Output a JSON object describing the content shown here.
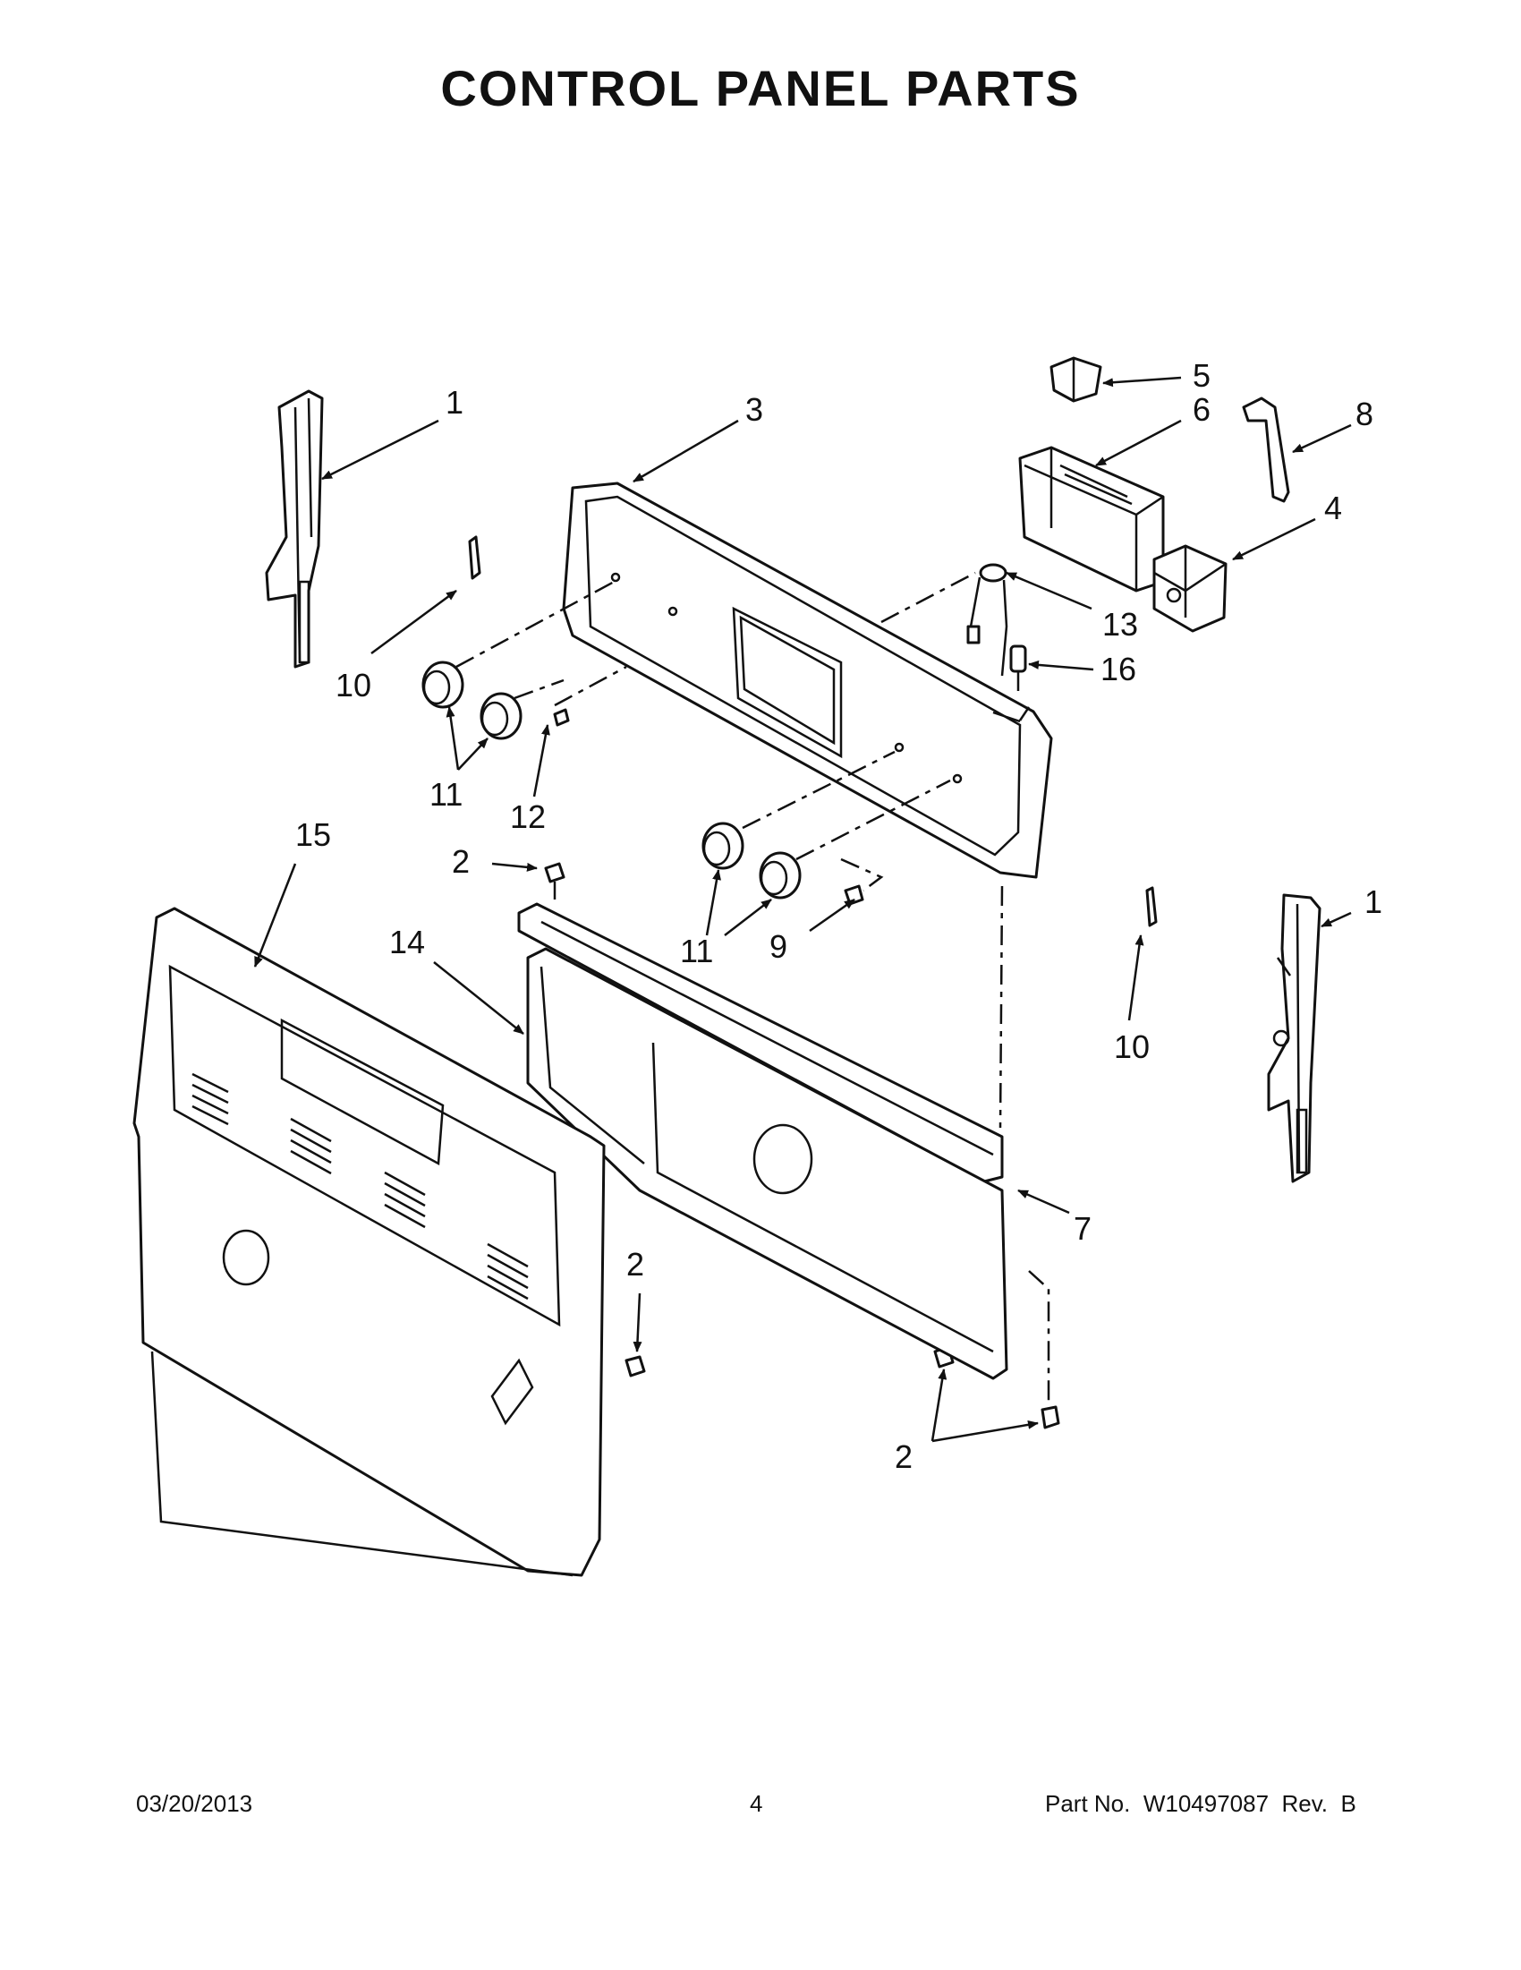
{
  "title": "CONTROL PANEL PARTS",
  "footer": {
    "date": "03/20/2013",
    "page": "4",
    "part": "Part No.  W10497087  Rev.  B"
  },
  "callouts": [
    {
      "id": "c1a",
      "label": "1"
    },
    {
      "id": "c1b",
      "label": "1"
    },
    {
      "id": "c2a",
      "label": "2"
    },
    {
      "id": "c2b",
      "label": "2"
    },
    {
      "id": "c2c",
      "label": "2"
    },
    {
      "id": "c3",
      "label": "3"
    },
    {
      "id": "c4",
      "label": "4"
    },
    {
      "id": "c5",
      "label": "5"
    },
    {
      "id": "c6",
      "label": "6"
    },
    {
      "id": "c7",
      "label": "7"
    },
    {
      "id": "c8",
      "label": "8"
    },
    {
      "id": "c9",
      "label": "9"
    },
    {
      "id": "c10a",
      "label": "10"
    },
    {
      "id": "c10b",
      "label": "10"
    },
    {
      "id": "c11a",
      "label": "11"
    },
    {
      "id": "c11b",
      "label": "11"
    },
    {
      "id": "c12",
      "label": "12"
    },
    {
      "id": "c13",
      "label": "13"
    },
    {
      "id": "c14",
      "label": "14"
    },
    {
      "id": "c15",
      "label": "15"
    },
    {
      "id": "c16",
      "label": "16"
    }
  ]
}
